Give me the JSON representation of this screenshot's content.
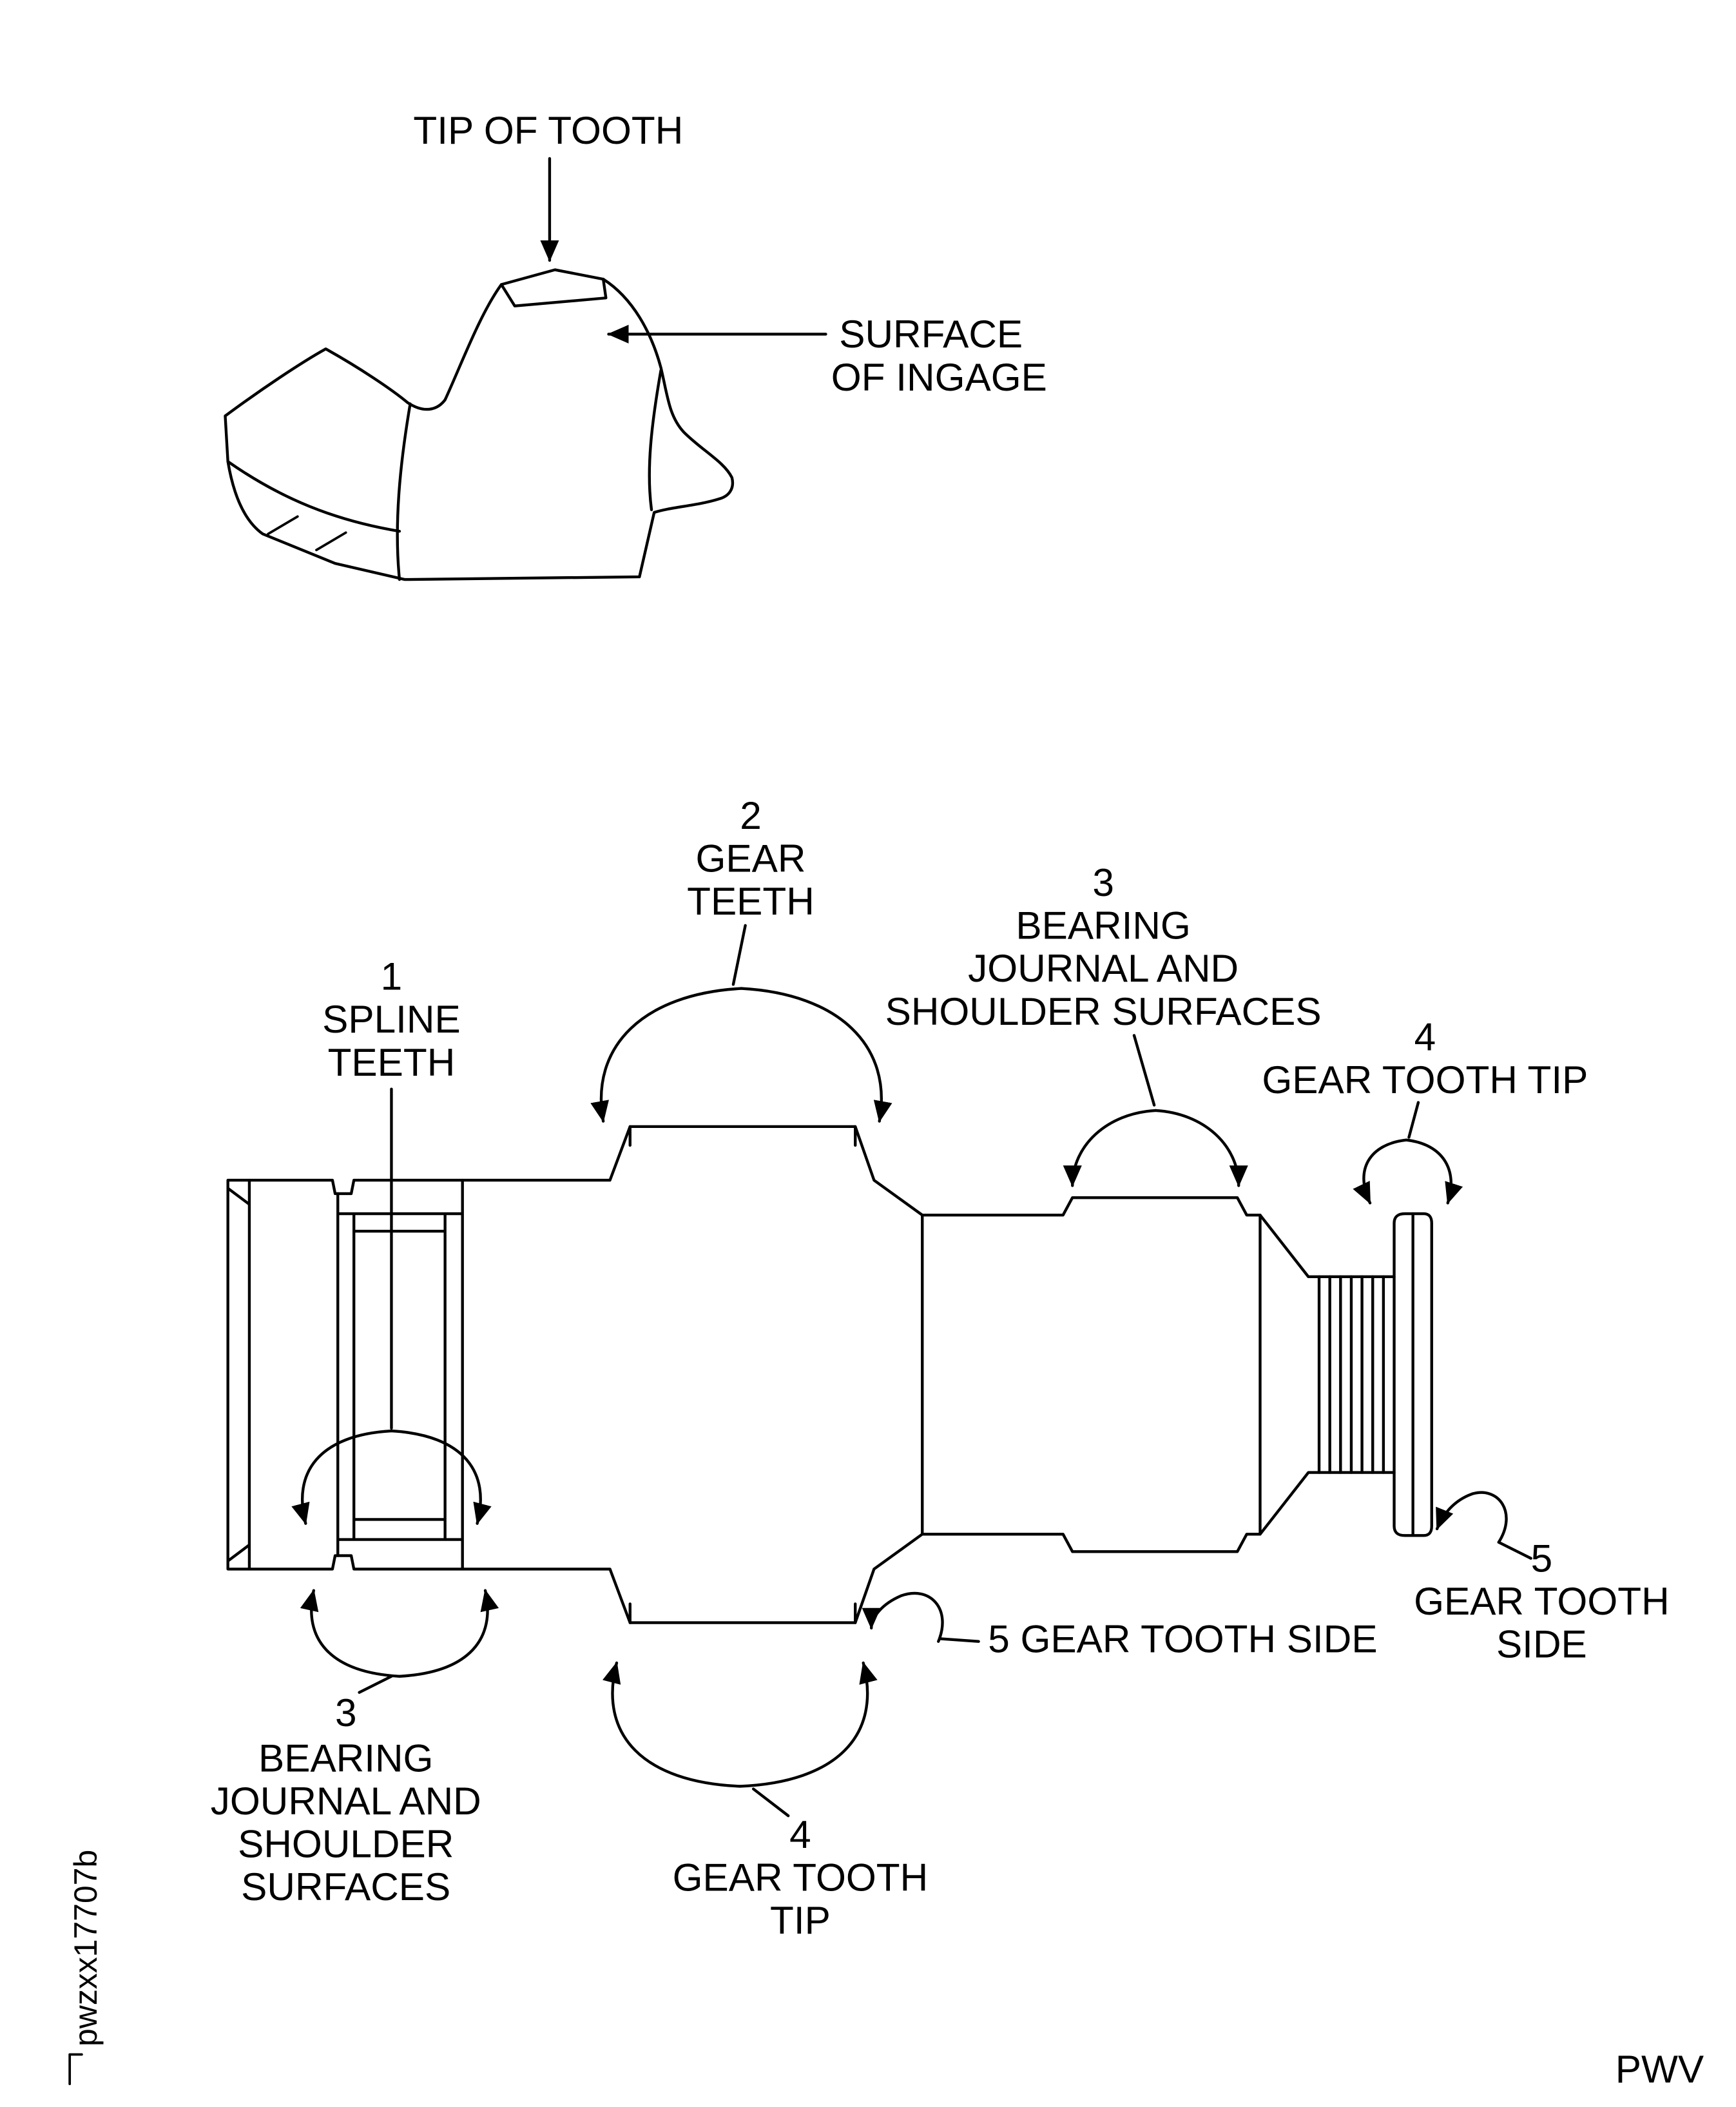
{
  "colors": {
    "ink": "#000000",
    "paper": "#ffffff"
  },
  "tooth_detail": {
    "tip_of_tooth": "TIP OF TOOTH",
    "surface_line1": "SURFACE",
    "surface_line2": "OF INGAGE"
  },
  "shaft": {
    "callout1": {
      "num": "1",
      "line1": "SPLINE",
      "line2": "TEETH"
    },
    "callout2": {
      "num": "2",
      "line1": "GEAR",
      "line2": "TEETH"
    },
    "callout3_top": {
      "num": "3",
      "line1": "BEARING",
      "line2": "JOURNAL AND",
      "line3": "SHOULDER SURFACES"
    },
    "callout4_top": {
      "num": "4",
      "line1": "GEAR TOOTH TIP"
    },
    "callout5_right": {
      "num": "5",
      "line1": "GEAR TOOTH",
      "line2": "SIDE"
    },
    "callout5_mid": {
      "label": "5 GEAR TOOTH SIDE"
    },
    "callout3_bottom": {
      "num": "3",
      "line1": "BEARING",
      "line2": "JOURNAL AND",
      "line3": "SHOULDER",
      "line4": "SURFACES"
    },
    "callout4_bottom": {
      "num": "4",
      "line1": "GEAR TOOTH",
      "line2": "TIP"
    }
  },
  "footer": {
    "figure_id": "pwzxx17707b",
    "page_code": "PWV"
  }
}
